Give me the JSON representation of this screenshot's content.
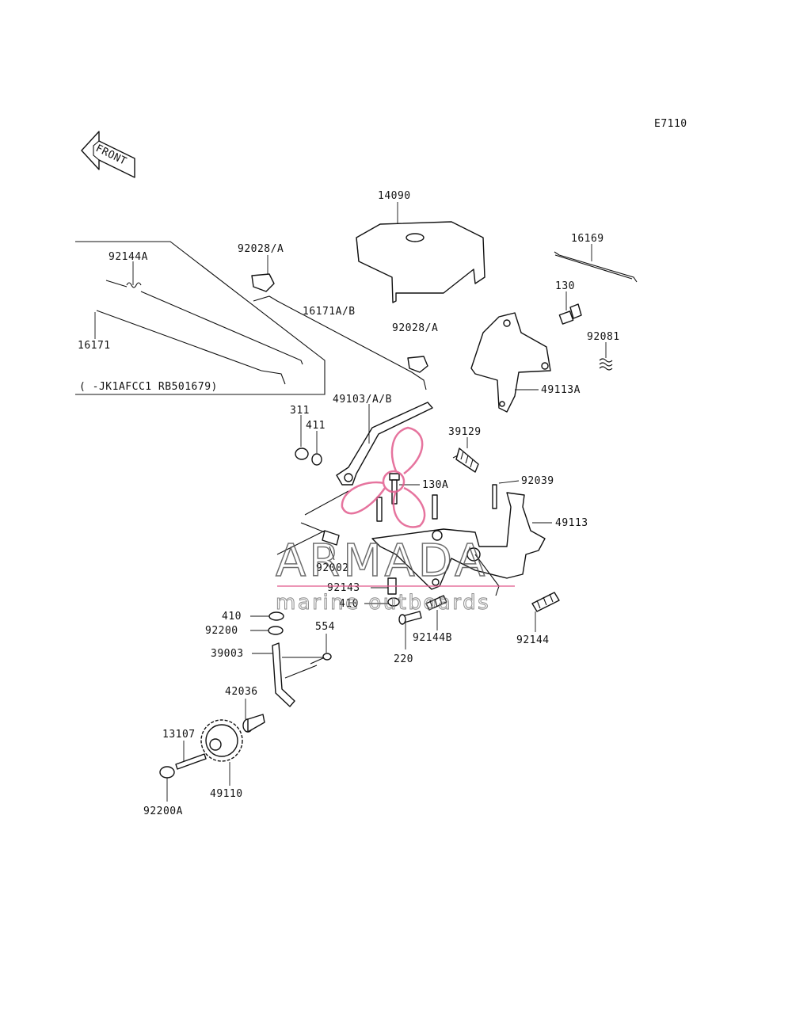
{
  "diagram_code": "E7110",
  "front_label": "FRONT",
  "inset_note": "(     -JK1AFCC1 RB501679)",
  "watermark": {
    "brand": "ARMADA",
    "tagline": "marine outboards",
    "color": "#e25c8e"
  },
  "parts": [
    "14090",
    "16169",
    "130",
    "92028/A",
    "92144A",
    "16171A/B",
    "92028/A",
    "92081",
    "16171",
    "49113A",
    "49103/A/B",
    "311",
    "411",
    "39129",
    "130A",
    "92039",
    "49113",
    "92002",
    "92143",
    "410",
    "410",
    "554",
    "92200",
    "92144B",
    "92144",
    "220",
    "39003",
    "42036",
    "13107",
    "49110",
    "92200A"
  ]
}
